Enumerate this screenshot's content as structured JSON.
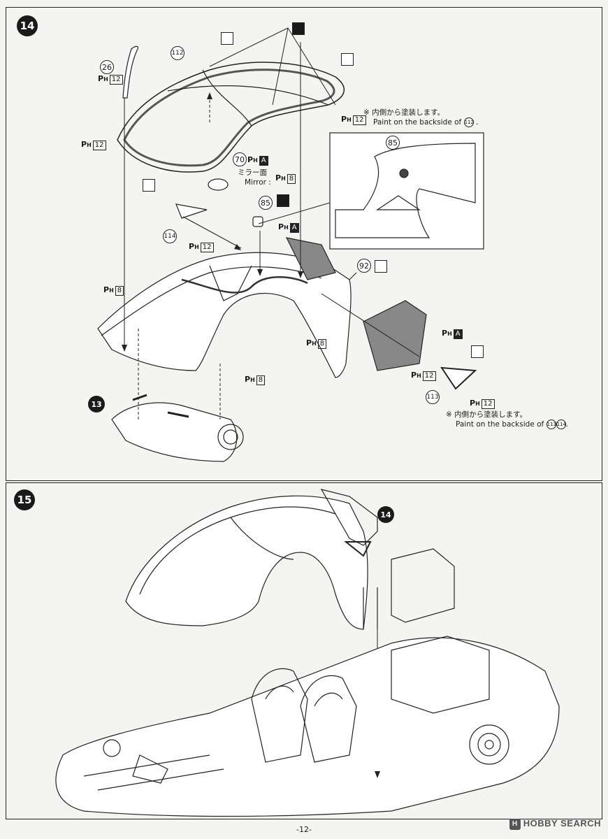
{
  "steps": {
    "step14": {
      "number": "14",
      "parts": {
        "p26": "26",
        "p112": "112",
        "p70": "70",
        "p85a": "85",
        "p85b": "85",
        "p114": "114",
        "p92": "92",
        "p113": "113"
      },
      "paint": {
        "ph12": "12",
        "ph8": "8",
        "phA": "A",
        "ph_prefix": "P",
        "ph_sub": "H"
      },
      "notes": {
        "backside_112_jp": "※ 内側から塗装します。",
        "backside_112_en": "Paint on the backside of",
        "backside_112_ref": "112",
        "backside_113_jp": "※ 内側から塗装します。",
        "backside_113_en": "Paint on the backside of",
        "backside_113_ref1": "113",
        "backside_113_ref2": "114",
        "mirror_jp": "ミラー面",
        "mirror_en": "Mirror",
        "mirror_colon": ":"
      }
    },
    "step15": {
      "number": "15",
      "callout": "14"
    }
  },
  "page": {
    "number": "-12-"
  },
  "watermark": {
    "logo_letter": "H",
    "text": "HOBBY SEARCH"
  }
}
